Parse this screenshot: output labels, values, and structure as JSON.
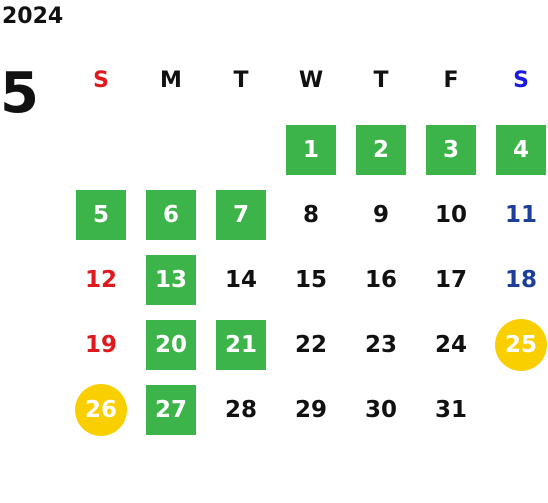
{
  "calendar": {
    "year": "2024",
    "month": "5",
    "weekdays": [
      {
        "label": "S",
        "color": "#e0191e"
      },
      {
        "label": "M",
        "color": "#111111"
      },
      {
        "label": "T",
        "color": "#111111"
      },
      {
        "label": "W",
        "color": "#111111"
      },
      {
        "label": "T",
        "color": "#111111"
      },
      {
        "label": "F",
        "color": "#111111"
      },
      {
        "label": "S",
        "color": "#1a1adf"
      }
    ],
    "colors": {
      "highlight_bg": "#3cb44a",
      "circle_bg": "#f9cf00",
      "sunday_text": "#e0191e",
      "saturday_text": "#1e3f99",
      "weekday_text": "#111111",
      "marked_text": "#ffffff"
    },
    "weeks": [
      [
        null,
        null,
        null,
        {
          "day": "1",
          "style": "highlight"
        },
        {
          "day": "2",
          "style": "highlight"
        },
        {
          "day": "3",
          "style": "highlight"
        },
        {
          "day": "4",
          "style": "highlight"
        }
      ],
      [
        {
          "day": "5",
          "style": "highlight"
        },
        {
          "day": "6",
          "style": "highlight"
        },
        {
          "day": "7",
          "style": "highlight"
        },
        {
          "day": "8",
          "style": "plain"
        },
        {
          "day": "9",
          "style": "plain"
        },
        {
          "day": "10",
          "style": "plain"
        },
        {
          "day": "11",
          "style": "plain"
        }
      ],
      [
        {
          "day": "12",
          "style": "plain"
        },
        {
          "day": "13",
          "style": "highlight"
        },
        {
          "day": "14",
          "style": "plain"
        },
        {
          "day": "15",
          "style": "plain"
        },
        {
          "day": "16",
          "style": "plain"
        },
        {
          "day": "17",
          "style": "plain"
        },
        {
          "day": "18",
          "style": "plain"
        }
      ],
      [
        {
          "day": "19",
          "style": "plain"
        },
        {
          "day": "20",
          "style": "highlight"
        },
        {
          "day": "21",
          "style": "highlight"
        },
        {
          "day": "22",
          "style": "plain"
        },
        {
          "day": "23",
          "style": "plain"
        },
        {
          "day": "24",
          "style": "plain"
        },
        {
          "day": "25",
          "style": "circle"
        }
      ],
      [
        {
          "day": "26",
          "style": "circle"
        },
        {
          "day": "27",
          "style": "highlight"
        },
        {
          "day": "28",
          "style": "plain"
        },
        {
          "day": "29",
          "style": "plain"
        },
        {
          "day": "30",
          "style": "plain"
        },
        {
          "day": "31",
          "style": "plain"
        },
        null
      ]
    ]
  }
}
